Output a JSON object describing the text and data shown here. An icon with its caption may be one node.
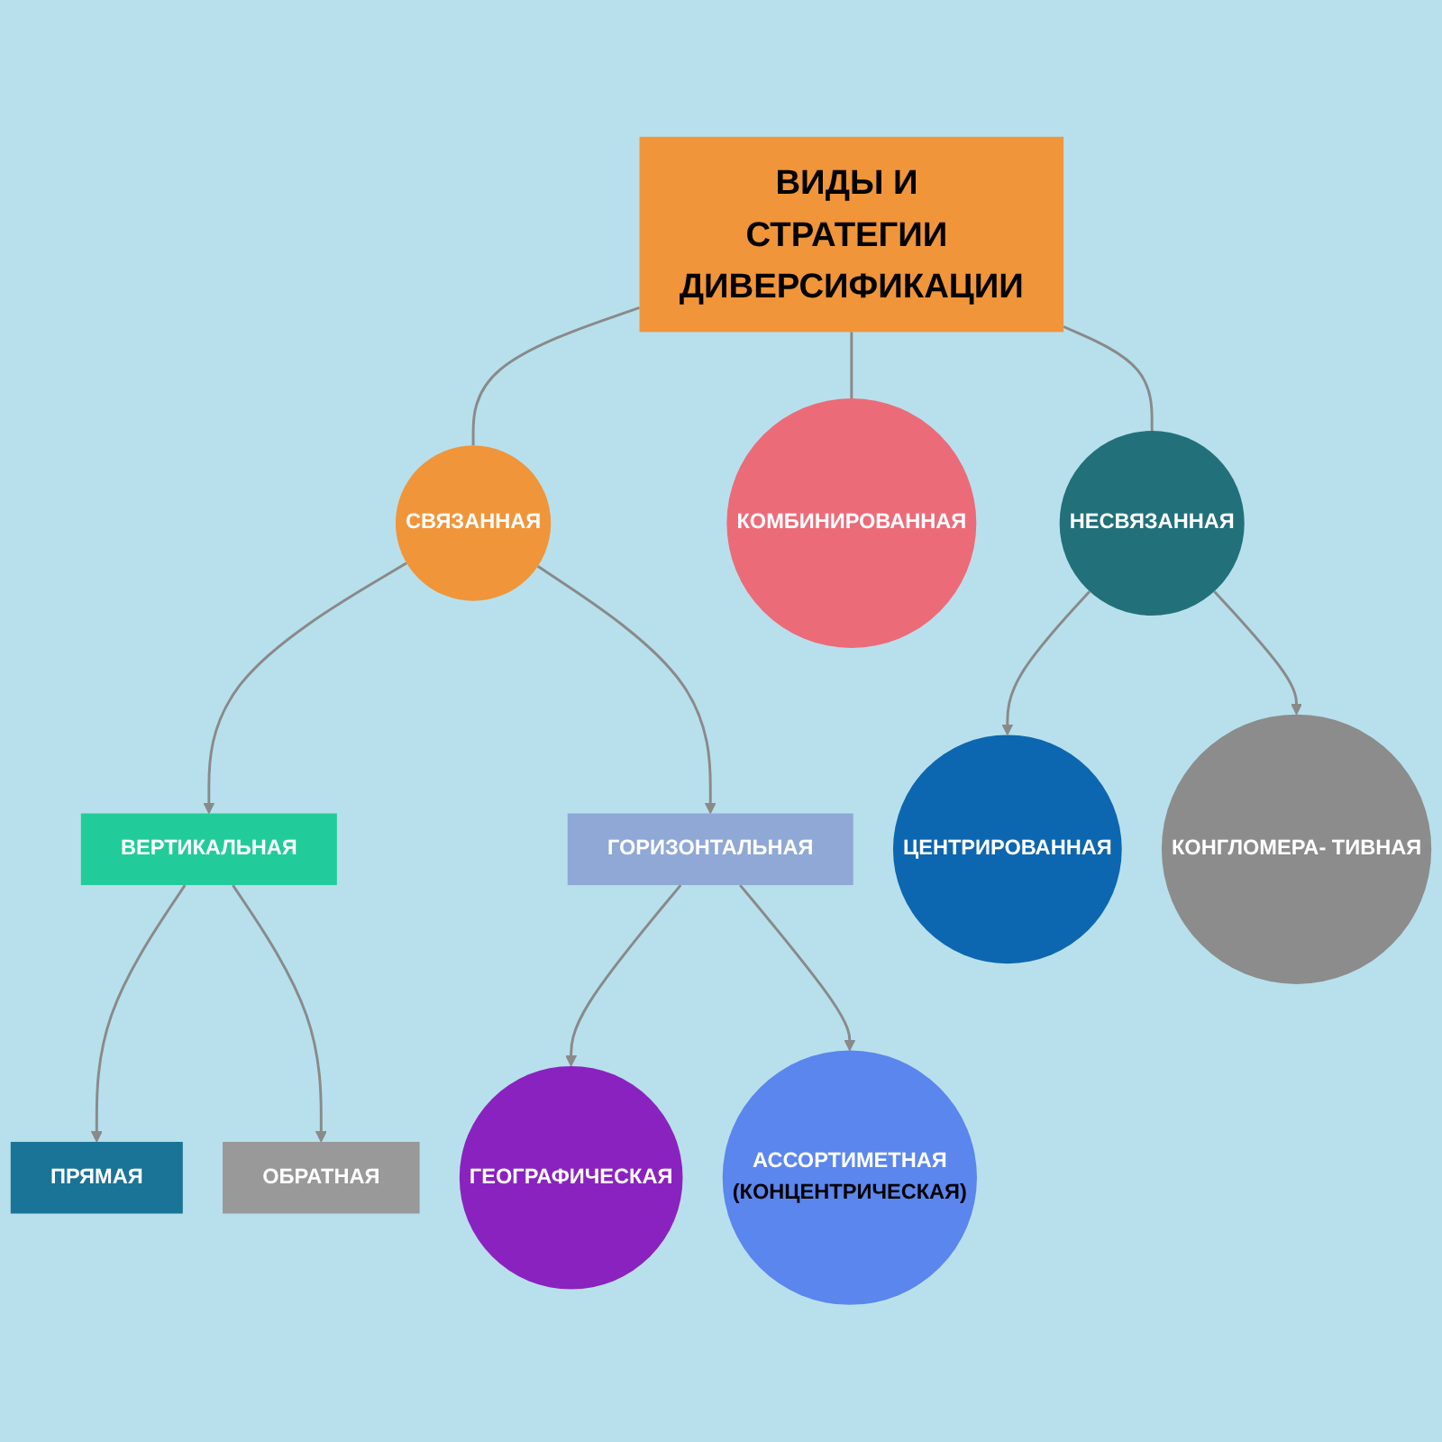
{
  "diagram": {
    "nodes": [
      {
        "text": [
          "ВИДЫ И СТРАТЕГИИ ДИВЕРСИФИКАЦИИ"
        ]
      },
      {
        "text": [
          "СВЯЗАННАЯ"
        ]
      },
      {
        "text": [
          "КОМБИНИРОВАННАЯ"
        ]
      },
      {
        "text": [
          "НЕСВЯЗАННАЯ"
        ]
      },
      {
        "text": [
          "ВЕРТИКАЛЬНАЯ"
        ]
      },
      {
        "text": [
          "ПРЯМАЯ"
        ]
      },
      {
        "text": [
          "ОБРАТНАЯ"
        ]
      },
      {
        "text": [
          "ГОРИЗОНТАЛЬНАЯ"
        ]
      },
      {
        "text": [
          "ЦЕНТРИРОВАННАЯ"
        ]
      },
      {
        "text": [
          "КОНГЛОМЕРА- ТИВНАЯ"
        ]
      },
      {
        "text": [
          "ГЕОГРАФИЧЕСКАЯ"
        ]
      },
      {
        "text": [
          "АССОРТИМЕТНАЯ",
          "(КОНЦЕНТРИЧЕСКАЯ)"
        ]
      }
    ],
    "edges": [
      {
        "from": 0,
        "to": 1,
        "arrow": "none"
      },
      {
        "from": 0,
        "to": 2,
        "arrow": "none"
      },
      {
        "from": 0,
        "to": 3,
        "arrow": "none"
      },
      {
        "from": 1,
        "to": 4,
        "arrow": "to"
      },
      {
        "from": 1,
        "to": 7,
        "arrow": "to"
      },
      {
        "from": 4,
        "to": 5,
        "arrow": "to"
      },
      {
        "from": 4,
        "to": 6,
        "arrow": "to"
      },
      {
        "from": 3,
        "to": 8,
        "arrow": "to"
      },
      {
        "from": 3,
        "to": 9,
        "arrow": "to"
      },
      {
        "from": 7,
        "to": 10,
        "arrow": "to"
      },
      {
        "from": 7,
        "to": 11,
        "arrow": "to"
      }
    ]
  }
}
